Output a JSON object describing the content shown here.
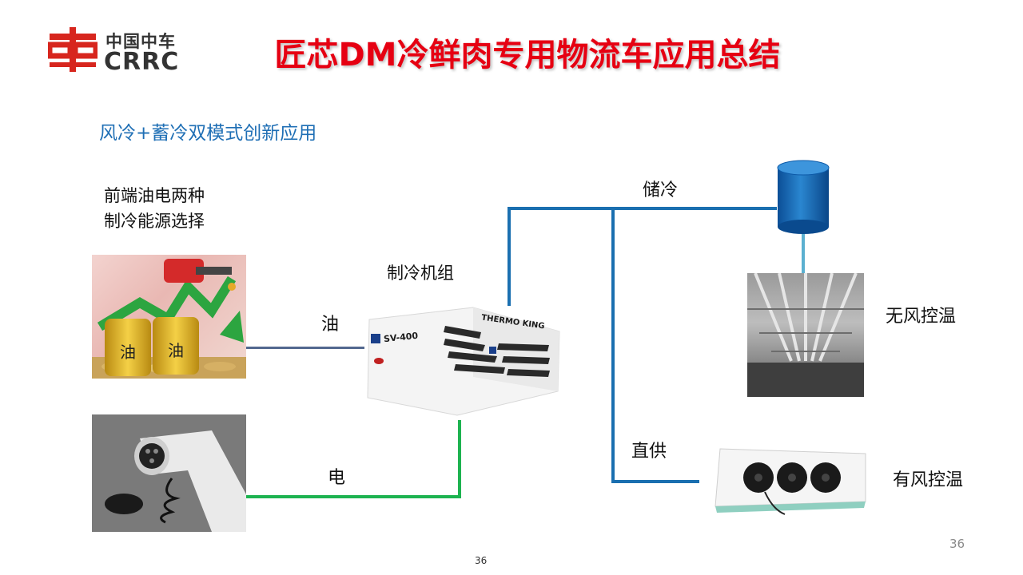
{
  "logo": {
    "cn": "中国中车",
    "en": "CRRC"
  },
  "title": "匠芯DM冷鲜肉专用物流车应用总结",
  "subtitle": "风冷+蓄冷双模式创新应用",
  "energy_note": [
    "前端油电两种",
    "制冷能源选择"
  ],
  "unit_label": "制冷机组",
  "oil_label": "油",
  "electric_label": "电",
  "storage_label": "储冷",
  "direct_label": "直供",
  "windless_label": "无风控温",
  "windy_label": "有风控温",
  "barrel_text": "油",
  "unit_brand": "THERMO KING",
  "unit_model": "SV-400",
  "page_number": "36",
  "page_number_footer": "36",
  "colors": {
    "title": "#e60012",
    "subtitle": "#1f6fb5",
    "oil_line": "#52688f",
    "electric_line": "#1db350",
    "cold_line": "#1a6fb0",
    "accent_line": "#5bb0d0"
  }
}
